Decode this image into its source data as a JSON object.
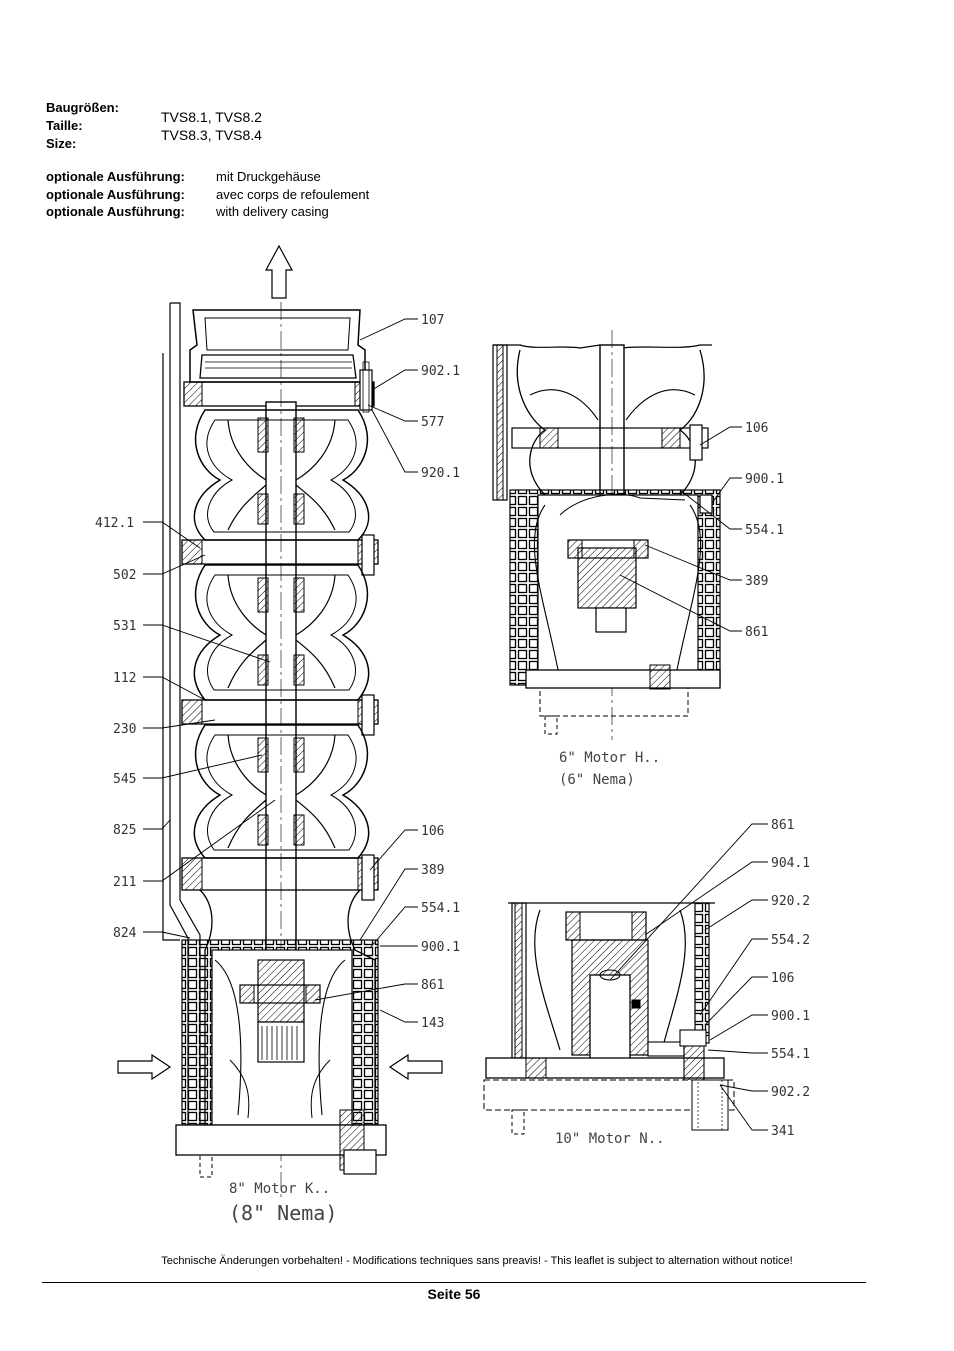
{
  "header": {
    "size_labels": [
      "Baugrößen:",
      "Taille:",
      "Size:"
    ],
    "size_values": [
      "TVS8.1, TVS8.2",
      "TVS8.3, TVS8.4"
    ],
    "options": [
      {
        "label": "optionale Ausführung:",
        "value": "mit Druckgehäuse"
      },
      {
        "label": "optionale Ausführung:",
        "value": "avec corps de refoulement"
      },
      {
        "label": "optionale Ausführung:",
        "value": "with delivery casing"
      }
    ]
  },
  "drawing_main": {
    "left_callouts": [
      "412.1",
      "502",
      "531",
      "112",
      "230",
      "545",
      "825",
      "211",
      "824"
    ],
    "right_callouts": [
      "107",
      "902.1",
      "577",
      "920.1",
      "106",
      "389",
      "554.1",
      "900.1",
      "861",
      "143"
    ],
    "caption_1": "8\" Motor K..",
    "caption_2": "(8\" Nema)"
  },
  "drawing_6inch": {
    "callouts": [
      "106",
      "900.1",
      "554.1",
      "389",
      "861"
    ],
    "caption_1": "6\" Motor H..",
    "caption_2": "(6\" Nema)"
  },
  "drawing_10inch": {
    "callouts": [
      "861",
      "904.1",
      "920.2",
      "554.2",
      "106",
      "900.1",
      "554.1",
      "902.2",
      "341"
    ],
    "caption": "10\" Motor N.."
  },
  "footer": {
    "note": "Technische Änderungen vorbehalten! - Modifications techniques sans preavis! - This leaflet is subject to alternation without notice!",
    "page": "Seite 56"
  }
}
